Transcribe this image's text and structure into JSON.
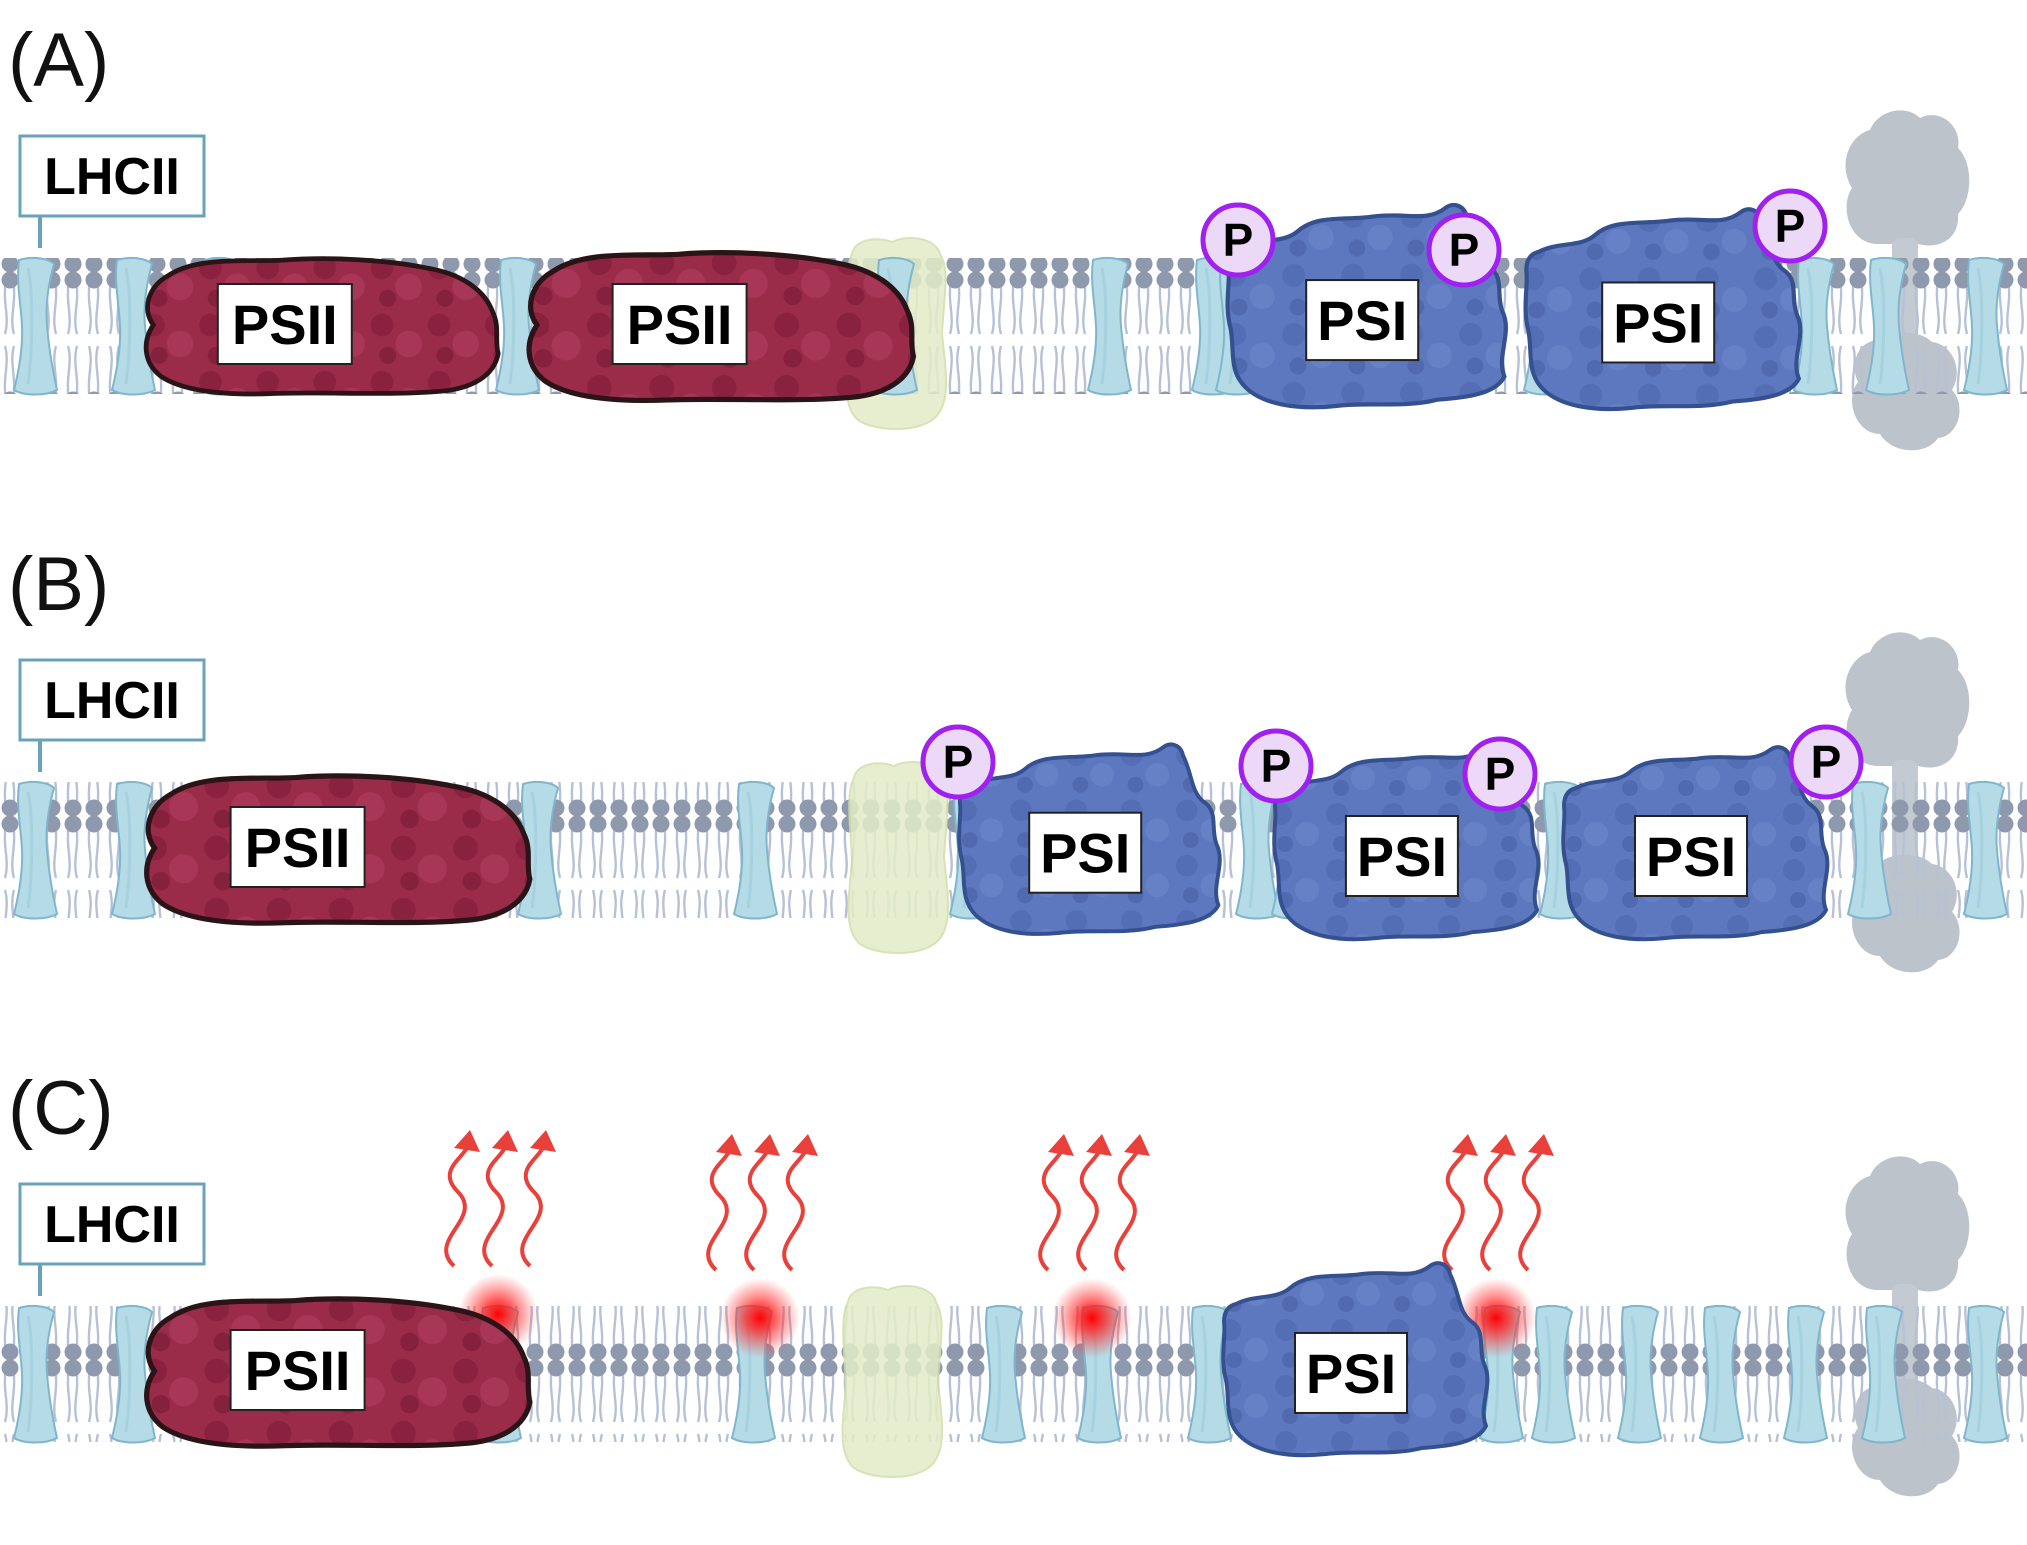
{
  "colors": {
    "psii": "#9a2c4a",
    "psii_dark": "#7e1e38",
    "psii_outline": "#2a1418",
    "psi": "#5d78bf",
    "psi_dark": "#4d67ad",
    "psi_outline": "#34508f",
    "lhcii": "#b5dbe6",
    "lhcii_outline": "#7fb6cc",
    "lipid_head": "#8f99ad",
    "lipid_tail": "#b7c1d6",
    "phospho_fill": "#ecd8f7",
    "phospho_ring": "#a020f0",
    "atp_synthase": "#bcc3cb",
    "cytb6f": "#e3ecc8",
    "heat_arrow": "#e8403a",
    "glow": "#ff1010"
  },
  "panels": [
    {
      "letter": "(A)",
      "lhcii_label": "LHCII",
      "psii": [
        {
          "label": "PSII"
        },
        {
          "label": "PSII"
        }
      ],
      "psi": [
        {
          "label": "PSI"
        },
        {
          "label": "PSI"
        }
      ],
      "phospho": [
        {
          "label": "P"
        },
        {
          "label": "P"
        },
        {
          "label": "P"
        }
      ]
    },
    {
      "letter": "(B)",
      "lhcii_label": "LHCII",
      "psii": [
        {
          "label": "PSII"
        }
      ],
      "psi": [
        {
          "label": "PSI"
        },
        {
          "label": "PSI"
        },
        {
          "label": "PSI"
        }
      ],
      "phospho": [
        {
          "label": "P"
        },
        {
          "label": "P"
        },
        {
          "label": "P"
        },
        {
          "label": "P"
        }
      ]
    },
    {
      "letter": "(C)",
      "lhcii_label": "LHCII",
      "psii": [
        {
          "label": "PSII"
        }
      ],
      "psi": [
        {
          "label": "PSI"
        }
      ],
      "phospho": [],
      "quenching_sites": 4
    }
  ]
}
